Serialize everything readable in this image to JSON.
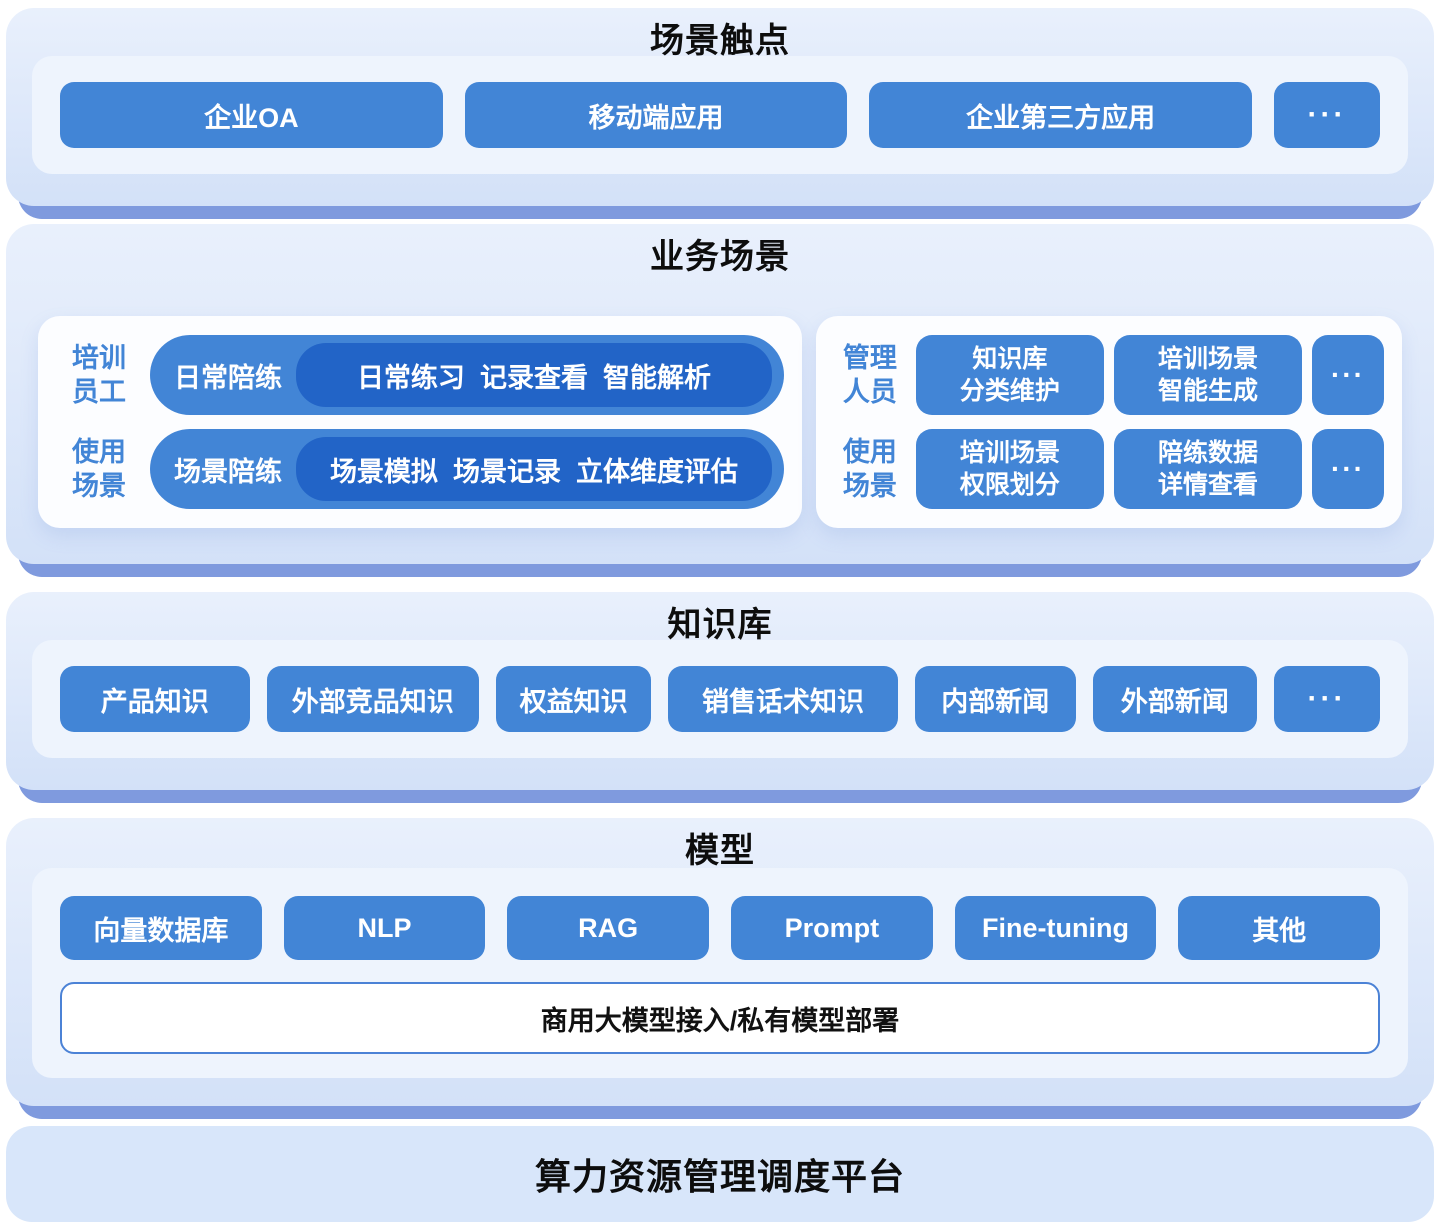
{
  "colors": {
    "button_blue": "#4285d6",
    "deep_pill_blue": "#2264c7",
    "section_gradient_top": "#e9f0fc",
    "section_gradient_bottom": "#d3e1f8",
    "inner_panel": "#eef4fd",
    "white_panel": "#fcfdff",
    "under_strip": "#7f9ade",
    "blue_label_text": "#4285d6",
    "model_bar_border": "#4b82d6",
    "platform_bg": "#d8e6fa",
    "title_text": "#0d0d0d",
    "button_text": "#ffffff"
  },
  "touchpoints": {
    "title": "场景触点",
    "buttons": [
      "企业OA",
      "移动端应用",
      "企业第三方应用"
    ],
    "more": "···"
  },
  "business": {
    "title": "业务场景",
    "left": {
      "rows": [
        {
          "role_line1": "培训",
          "role_line2": "员工",
          "pill_label": "日常陪练",
          "pill_items": "日常练习  记录查看  智能解析"
        },
        {
          "role_line1": "使用",
          "role_line2": "场景",
          "pill_label": "场景陪练",
          "pill_items": "场景模拟  场景记录  立体维度评估"
        }
      ]
    },
    "right": {
      "rows": [
        {
          "role_line1": "管理",
          "role_line2": "人员",
          "buttons": [
            {
              "line1": "知识库",
              "line2": "分类维护"
            },
            {
              "line1": "培训场景",
              "line2": "智能生成"
            }
          ],
          "more": "···"
        },
        {
          "role_line1": "使用",
          "role_line2": "场景",
          "buttons": [
            {
              "line1": "培训场景",
              "line2": "权限划分"
            },
            {
              "line1": "陪练数据",
              "line2": "详情查看"
            }
          ],
          "more": "···"
        }
      ]
    }
  },
  "knowledge": {
    "title": "知识库",
    "buttons": [
      "产品知识",
      "外部竞品知识",
      "权益知识",
      "销售话术知识",
      "内部新闻",
      "外部新闻"
    ],
    "more": "···"
  },
  "model": {
    "title": "模型",
    "buttons": [
      "向量数据库",
      "NLP",
      "RAG",
      "Prompt",
      "Fine-tuning",
      "其他"
    ],
    "bar": "商用大模型接入/私有模型部署"
  },
  "platform": {
    "title": "算力资源管理调度平台"
  }
}
